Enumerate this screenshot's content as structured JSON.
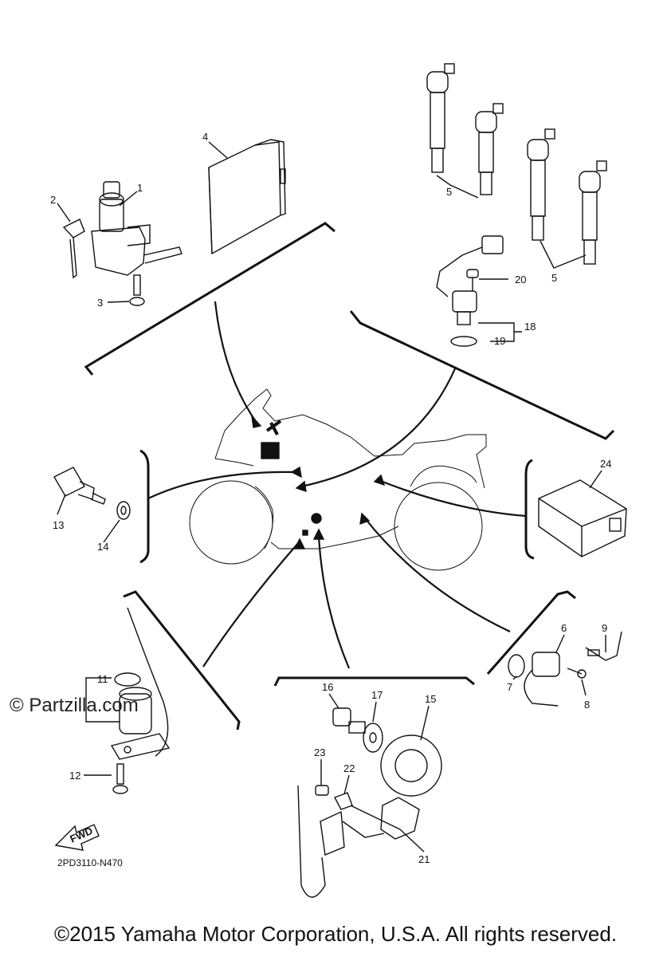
{
  "diagram": {
    "part_numbers": [
      "1",
      "2",
      "3",
      "4",
      "5",
      "5",
      "20",
      "18",
      "19",
      "13",
      "14",
      "24",
      "6",
      "9",
      "7",
      "8",
      "11",
      "12",
      "16",
      "17",
      "15",
      "23",
      "22",
      "21"
    ],
    "watermark": "© Partzilla.com",
    "fwd_label": "FWD",
    "drawing_code": "2PD3110-N470"
  },
  "footer": {
    "copyright": "©2015 Yamaha Motor Corporation, U.S.A. All rights reserved."
  }
}
